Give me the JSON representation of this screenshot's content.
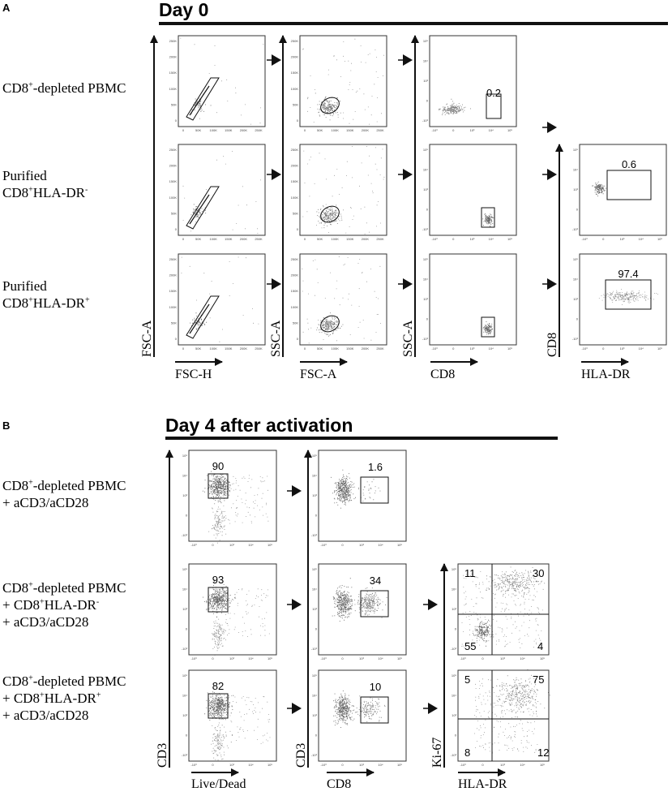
{
  "panel_a": {
    "letter": "A",
    "title": "Day 0",
    "rows": [
      {
        "label_html": "CD8<sup>+</sup>-depleted PBMC"
      },
      {
        "label_html": "Purified<br>CD8<sup>+</sup>HLA-DR<sup>-</sup>"
      },
      {
        "label_html": "Purified<br>CD8<sup>+</sup>HLA-DR<sup>+</sup>"
      }
    ],
    "y_axis_labels": [
      "FSC-A",
      "SSC-A",
      "SSC-A",
      "CD8"
    ],
    "x_axis_labels": [
      "FSC-H",
      "FSC-A",
      "CD8",
      "HLA-DR"
    ],
    "gate_values": {
      "cd8_gate_row1": "0.2",
      "hladr_gate_row2": "0.6",
      "hladr_gate_row3": "97.4"
    }
  },
  "panel_b": {
    "letter": "B",
    "title": "Day 4 after activation",
    "rows": [
      {
        "label_html": "CD8<sup>+</sup>-depleted PBMC<br>+ aCD3/aCD28"
      },
      {
        "label_html": "CD8<sup>+</sup>-depleted PBMC<br>+ CD8<sup>+</sup>HLA-DR<sup>-</sup><br>+ aCD3/aCD28"
      },
      {
        "label_html": "CD8<sup>+</sup>-depleted PBMC<br>+ CD8<sup>+</sup>HLA-DR<sup>+</sup><br>+ aCD3/aCD28"
      }
    ],
    "y_axis_labels": [
      "CD3",
      "CD3",
      "Ki-67"
    ],
    "x_axis_labels": [
      "Live/Dead",
      "CD8",
      "HLA-DR"
    ],
    "live_gate_values": [
      "90",
      "93",
      "82"
    ],
    "cd8_gate_values": [
      "1.6",
      "34",
      "10"
    ],
    "quadrants": [
      {
        "ul": "11",
        "ur": "30",
        "ll": "55",
        "lr": "4"
      },
      {
        "ul": "5",
        "ur": "75",
        "ll": "8",
        "lr": "12"
      }
    ]
  },
  "tick_labels": {
    "linear_y": [
      "250K",
      "200K",
      "150K",
      "100K",
      "50K",
      "0"
    ],
    "linear_x": [
      "0",
      "50K",
      "100K",
      "150K",
      "200K",
      "250K"
    ],
    "log": [
      "10⁵",
      "10⁴",
      "10³",
      "0",
      "-10³"
    ]
  }
}
